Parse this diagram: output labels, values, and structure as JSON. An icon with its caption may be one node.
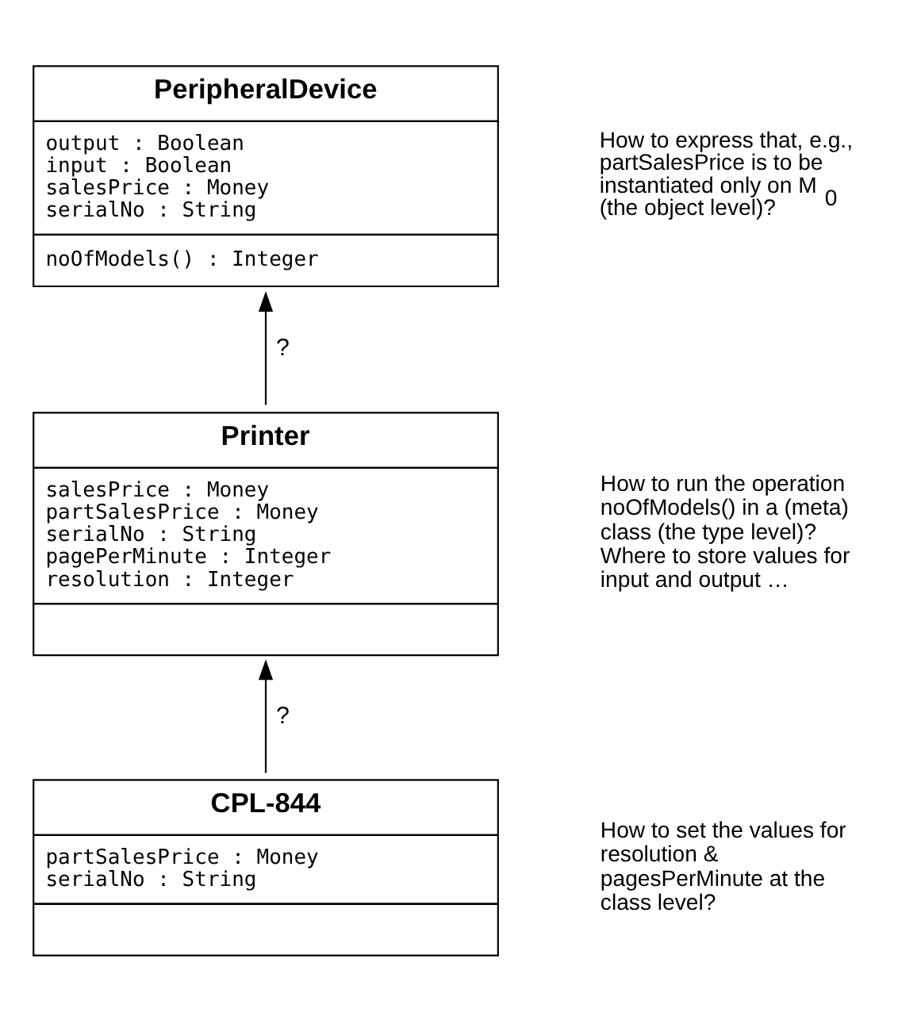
{
  "diagram": {
    "nodes": [
      {
        "text": [
          "PeripheralDevice",
          "output : Boolean",
          "input : Boolean",
          "salesPrice : Money",
          "serialNo : String",
          "noOfModels() : Integer"
        ]
      },
      {
        "text": [
          "Printer",
          "salesPrice : Money",
          "partSalesPrice : Money",
          "serialNo : String",
          "pagePerMinute : Integer",
          "resolution : Integer"
        ]
      },
      {
        "text": [
          "CPL-844",
          "partSalesPrice : Money",
          "serialNo : String"
        ]
      }
    ],
    "edges": [
      {
        "from": 1,
        "to": 0,
        "arrow": "to",
        "label": "?"
      },
      {
        "from": 2,
        "to": 1,
        "arrow": "to",
        "label": "?"
      }
    ],
    "labels": [
      "How to express that, e.g., partSalesPrice is to be instantiated only on M$_{0}$ (the object level)?",
      "How to run the operation noOfModels() in a (meta) class (the type level)? Where to store values for input and output …",
      "How to set the values for resolution & pagesPerMinute at the class level?"
    ]
  }
}
